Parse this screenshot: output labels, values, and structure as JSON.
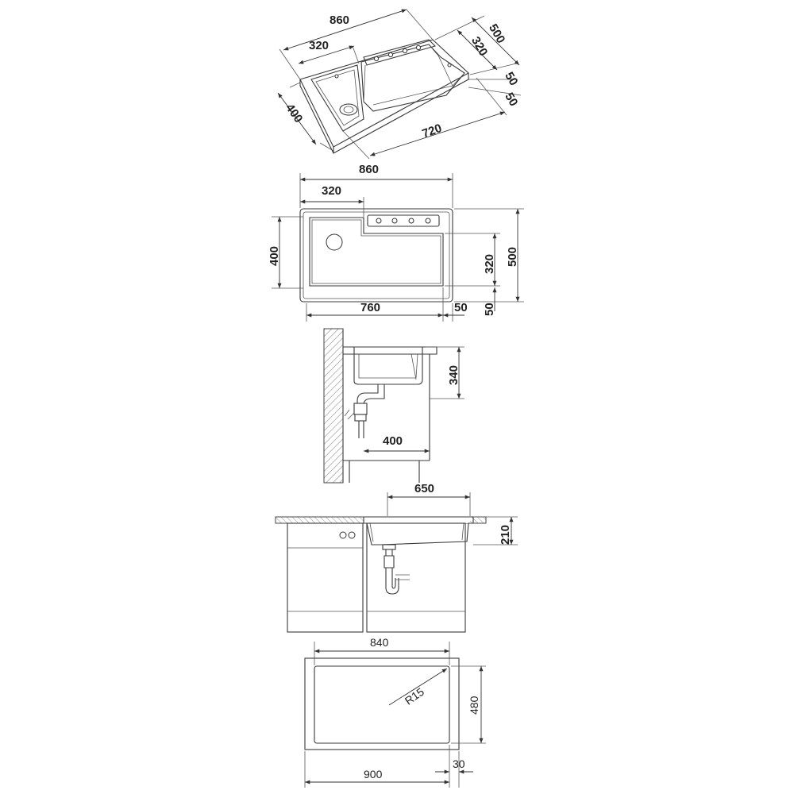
{
  "iso_view": {
    "width": "860",
    "bowl_width": "320",
    "depth_left": "400",
    "length": "720",
    "depth_right": "500",
    "inner_depth": "320",
    "rim_top": "50",
    "rim_bottom": "50"
  },
  "top_view": {
    "width": "860",
    "bowl_width": "320",
    "depth_left": "400",
    "inner_depth": "320",
    "depth_right": "500",
    "length": "760",
    "offset": "50",
    "offset_vertical": "50"
  },
  "side_view": {
    "bowl_depth": "340",
    "wall_distance": "400"
  },
  "front_view": {
    "width": "650",
    "height": "210"
  },
  "cutout_view": {
    "width": "840",
    "corner_radius": "R15",
    "depth": "480",
    "cabinet_width": "900",
    "overhang": "30"
  }
}
